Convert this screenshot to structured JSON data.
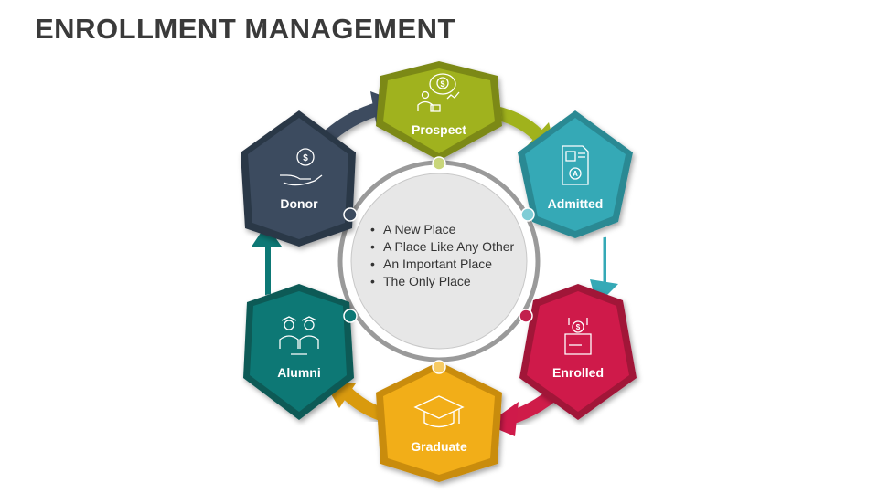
{
  "title": "ENROLLMENT MANAGEMENT",
  "center": {
    "items": [
      "A New Place",
      "A Place Like Any Other",
      "An Important Place",
      "The Only Place"
    ],
    "item_lines": [
      [
        "A New Place"
      ],
      [
        "A Place Like Any",
        "Other"
      ],
      [
        "An Important Place"
      ],
      [
        "The Only Place"
      ]
    ]
  },
  "stages": [
    {
      "label": "Prospect",
      "icon": "prospect-money-idea-icon",
      "color": "#a0b21e"
    },
    {
      "label": "Admitted",
      "icon": "admission-certificate-icon",
      "color": "#35a9b6"
    },
    {
      "label": "Enrolled",
      "icon": "tuition-payment-icon",
      "color": "#cf1a4a"
    },
    {
      "label": "Graduate",
      "icon": "graduation-cap-icon",
      "color": "#f2ae18"
    },
    {
      "label": "Alumni",
      "icon": "alumni-group-icon",
      "color": "#0d7875"
    },
    {
      "label": "Donor",
      "icon": "donation-hand-icon",
      "color": "#3c4b5f"
    }
  ]
}
